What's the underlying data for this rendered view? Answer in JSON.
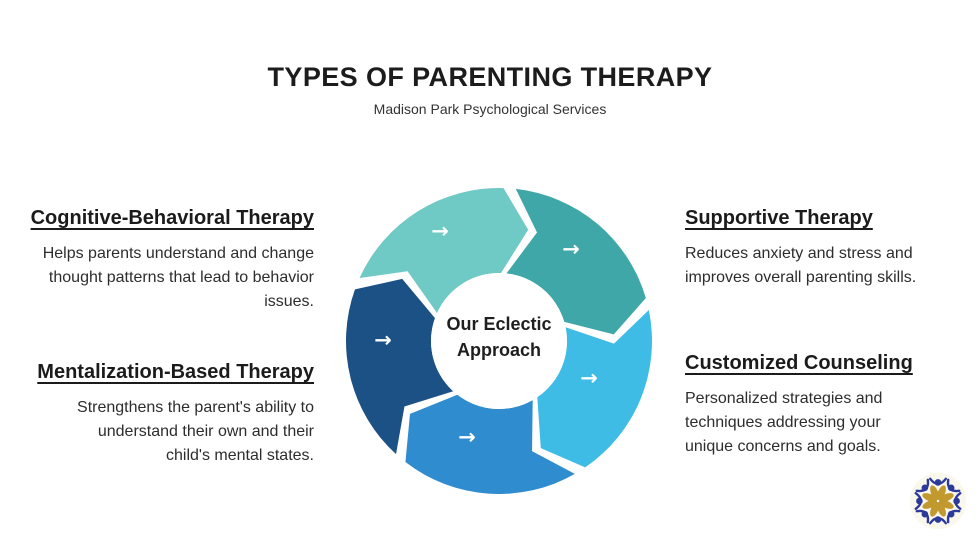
{
  "header": {
    "title": "TYPES OF PARENTING THERAPY",
    "subtitle": "Madison Park Psychological Services"
  },
  "sections": {
    "cbt": {
      "heading": "Cognitive-Behavioral Therapy",
      "lines": [
        "Helps parents understand and change",
        "thought patterns that lead to behavior",
        "issues."
      ]
    },
    "mbt": {
      "heading": "Mentalization-Based Therapy",
      "lines": [
        "Strengthens the parent's ability to",
        "understand their own and their",
        "child's mental states."
      ]
    },
    "supportive": {
      "heading": "Supportive Therapy",
      "lines": [
        "Reduces anxiety and stress and",
        "improves overall parenting skills."
      ]
    },
    "customized": {
      "heading": "Customized Counseling",
      "lines": [
        "Personalized strategies and",
        "techniques addressing your",
        "unique concerns and goals."
      ]
    }
  },
  "wheel": {
    "center_label": "Our Eclectic Approach",
    "arrow_glyph": "→",
    "segments": [
      {
        "position": "top-left",
        "color": "#6FC9C4"
      },
      {
        "position": "top-right",
        "color": "#3FA7A7"
      },
      {
        "position": "right",
        "color": "#3EBCE6"
      },
      {
        "position": "bottom",
        "color": "#2F8CCE"
      },
      {
        "position": "left",
        "color": "#1C5185"
      }
    ]
  },
  "logo": {
    "cream": "#FAF7EC",
    "gold": "#C2992E",
    "blue": "#2B3A9B",
    "white": "#FFFFFF"
  }
}
